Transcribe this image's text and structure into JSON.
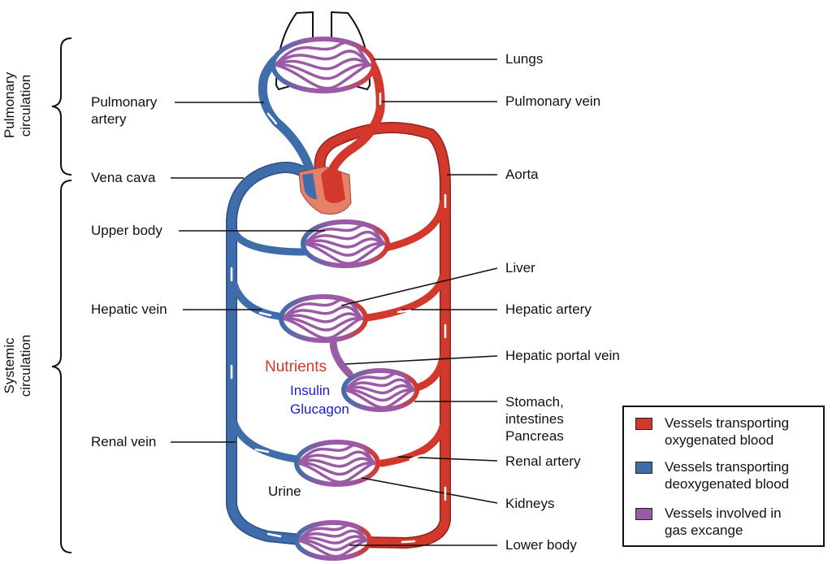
{
  "colors": {
    "oxygenated": "#d2382c",
    "deoxygenated": "#3f6daa",
    "gas_exchange": "#9a5aa5",
    "heart": "#e5806a"
  },
  "side_labels": {
    "pulmonary": [
      "Pulmonary",
      "circulation"
    ],
    "systemic": [
      "Systemic",
      "circulation"
    ]
  },
  "left_labels": {
    "pulmonary_artery": [
      "Pulmonary",
      "artery"
    ],
    "vena_cava": "Vena cava",
    "upper_body": "Upper body",
    "hepatic_vein": "Hepatic vein",
    "renal_vein": "Renal vein"
  },
  "right_labels": {
    "lungs": "Lungs",
    "pulmonary_vein": "Pulmonary vein",
    "aorta": "Aorta",
    "liver": "Liver",
    "hepatic_artery": "Hepatic artery",
    "hepatic_portal_vein": "Hepatic portal vein",
    "stomach": [
      "Stomach,",
      "intestines",
      "Pancreas"
    ],
    "renal_artery": "Renal artery",
    "kidneys": "Kidneys",
    "lower_body": "Lower body"
  },
  "center_labels": {
    "nutrients": "Nutrients",
    "insulin": "Insulin",
    "glucagon": "Glucagon",
    "urine": "Urine"
  },
  "legend": [
    {
      "lines": [
        "Vessels transporting",
        "oxygenated blood"
      ],
      "color": "#d2382c"
    },
    {
      "lines": [
        "Vessels transporting",
        "deoxygenated blood"
      ],
      "color": "#3f6daa"
    },
    {
      "lines": [
        "Vessels involved in",
        "gas excange"
      ],
      "color": "#9a5aa5"
    }
  ]
}
